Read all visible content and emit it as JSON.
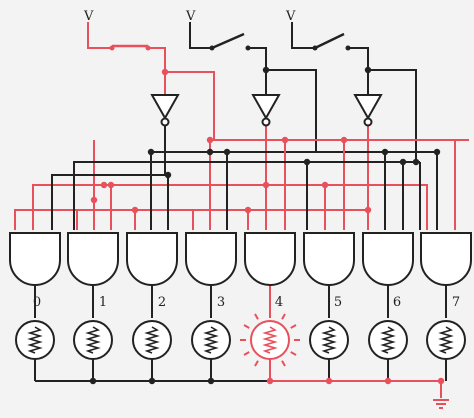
{
  "supply_labels": [
    "V",
    "V",
    "V"
  ],
  "output_labels": [
    "0",
    "1",
    "2",
    "3",
    "4",
    "5",
    "6",
    "7"
  ],
  "switches": [
    {
      "name": "switch-a",
      "closed": true,
      "active": true
    },
    {
      "name": "switch-b",
      "closed": false,
      "active": false
    },
    {
      "name": "switch-c",
      "closed": false,
      "active": false
    }
  ],
  "inputs_state": [
    1,
    0,
    0
  ],
  "lit_output": 4,
  "colors": {
    "active": "#e8505b",
    "inactive": "#222222",
    "background": "#f3f3f4",
    "fill": "#ffffff"
  },
  "icons": [
    "supply-icon",
    "switch-icon",
    "not-gate-icon",
    "and-gate-icon",
    "lamp-icon",
    "ground-icon"
  ]
}
